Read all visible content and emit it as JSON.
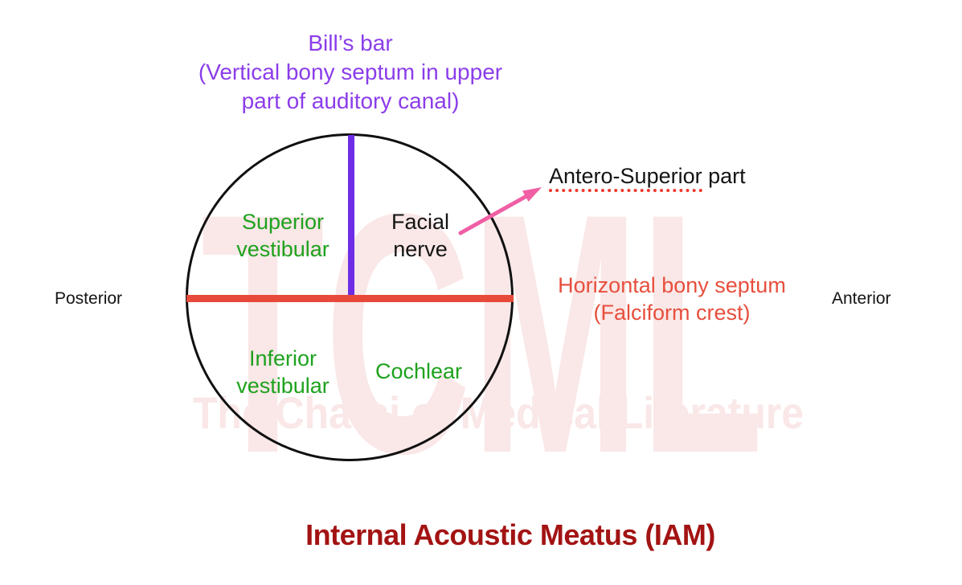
{
  "title": {
    "text": "Internal Acoustic Meatus (IAM)",
    "color": "#A31313"
  },
  "orientation": {
    "left_label": "Posterior",
    "right_label": "Anterior"
  },
  "bills_bar": {
    "line1": "Bill’s bar",
    "line2": "(Vertical bony septum in upper",
    "line3": "part of auditory canal)",
    "text_color": "#8B3DEA",
    "bar_color": "#6D2DE6"
  },
  "horizontal_septum": {
    "line1": "Horizontal bony septum",
    "line2": "(Falciform crest)",
    "text_color": "#E74F3D",
    "line_color": "#E74A3A"
  },
  "quadrants": {
    "superior_vestibular": {
      "line1": "Superior",
      "line2": "vestibular",
      "color": "#1EA21E"
    },
    "facial_nerve": {
      "line1": "Facial",
      "line2": "nerve",
      "color": "#141414"
    },
    "inferior_vestibular": {
      "line1": "Inferior",
      "line2": "vestibular",
      "color": "#1EA21E"
    },
    "cochlear": {
      "label": "Cochlear",
      "color": "#1EA21E"
    }
  },
  "annotation": {
    "underlined_text": "Antero-Superior",
    "rest_text": " part",
    "underline_color": "#ED3A2D",
    "arrow_color": "#F05FA5"
  },
  "watermark": {
    "initials": "TCML",
    "text": "The Charsi of Medical Literature",
    "color": "#FAE7E7"
  }
}
